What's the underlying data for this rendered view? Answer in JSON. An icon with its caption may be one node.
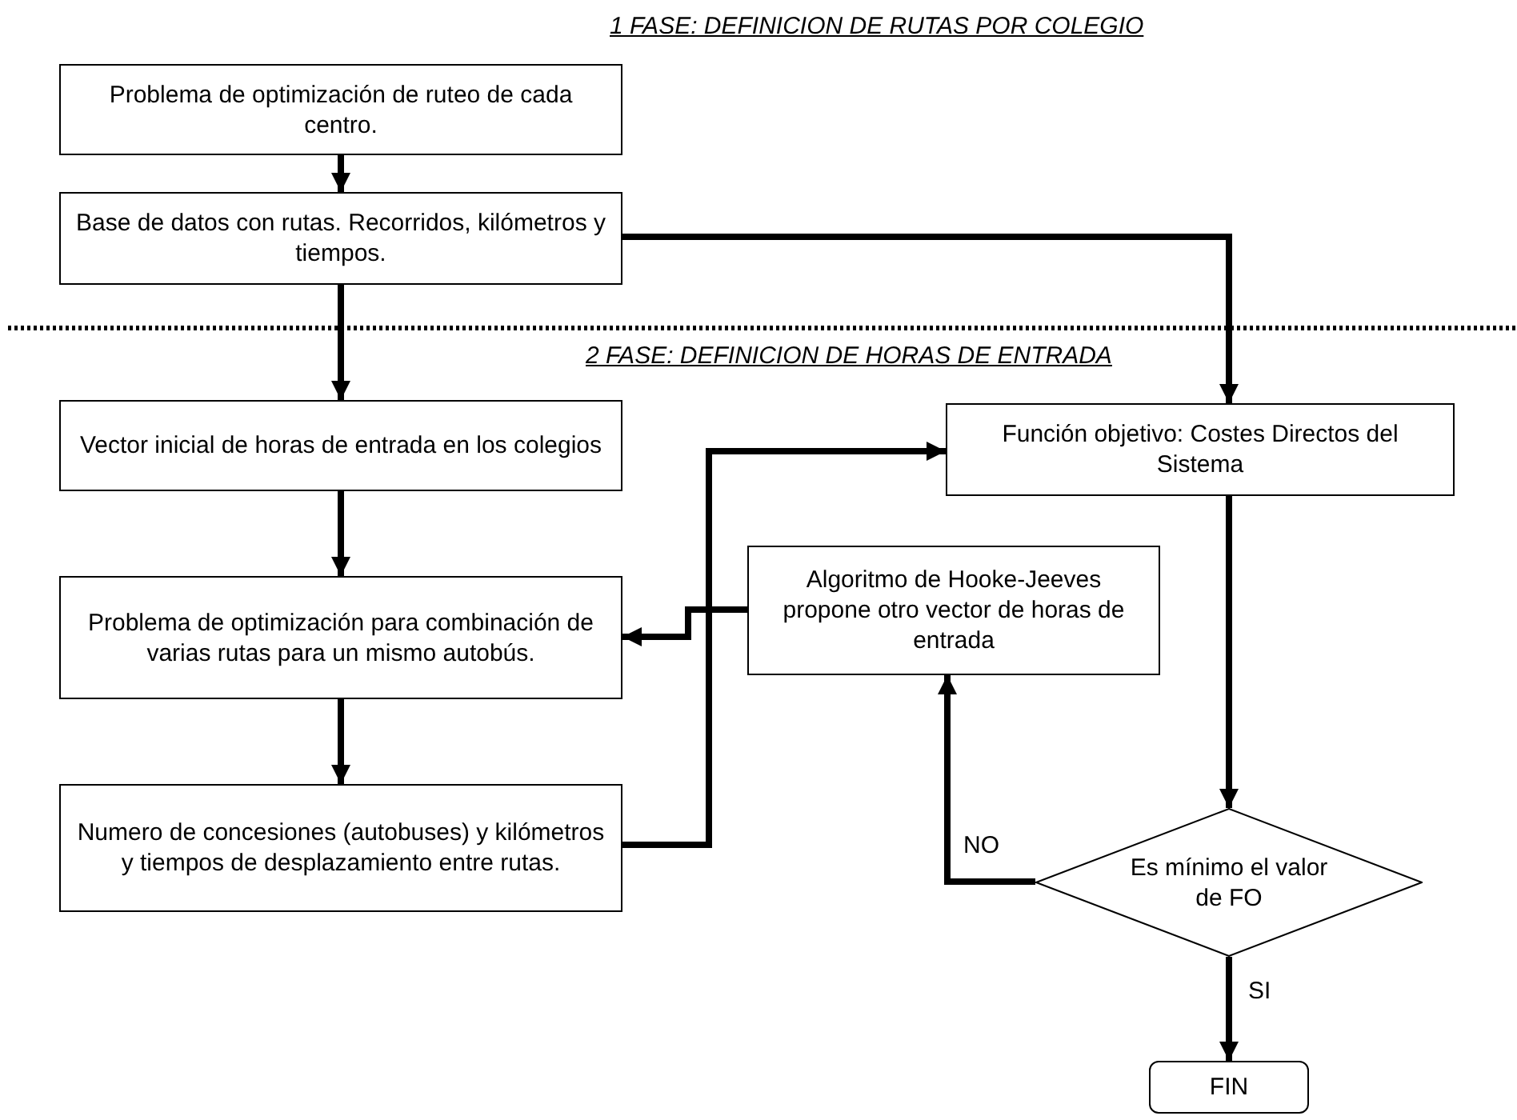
{
  "diagram": {
    "nodes": [
      {
        "text": [
          "Problema de optimización de ruteo de cada centro."
        ]
      },
      {
        "text": [
          "Base de datos con rutas. Recorridos, kilómetros y tiempos."
        ]
      },
      {
        "text": [
          "Vector inicial de horas de entrada en los colegios"
        ]
      },
      {
        "text": [
          "Problema de optimización para combinación de varias rutas para un mismo autobús."
        ]
      },
      {
        "text": [
          "Numero de concesiones (autobuses) y kilómetros y tiempos de desplazamiento entre rutas."
        ]
      },
      {
        "text": [
          "Función objetivo: Costes Directos del Sistema"
        ]
      },
      {
        "text": [
          "Algoritmo de Hooke-Jeeves propone otro vector de horas de entrada"
        ]
      },
      {
        "text": [
          "Es mínimo el valor de FO"
        ]
      },
      {
        "text": [
          "FIN"
        ]
      }
    ],
    "edges": [
      {
        "from": 0,
        "to": 1,
        "arrow": "to"
      },
      {
        "from": 1,
        "to": 2,
        "arrow": "to"
      },
      {
        "from": 1,
        "to": 5,
        "arrow": "to"
      },
      {
        "from": 2,
        "to": 3,
        "arrow": "to"
      },
      {
        "from": 3,
        "to": 4,
        "arrow": "to"
      },
      {
        "from": 4,
        "to": 5,
        "arrow": "to"
      },
      {
        "from": 6,
        "to": 3,
        "arrow": "to"
      },
      {
        "from": 5,
        "to": 7,
        "arrow": "to"
      },
      {
        "from": 7,
        "to": 6,
        "arrow": "to",
        "label": "NO"
      },
      {
        "from": 7,
        "to": 8,
        "arrow": "to",
        "label": "SI"
      }
    ],
    "labels": [
      "1 FASE: DEFINICION DE RUTAS POR COLEGIO",
      "2 FASE: DEFINICION DE HORAS DE ENTRADA"
    ]
  }
}
